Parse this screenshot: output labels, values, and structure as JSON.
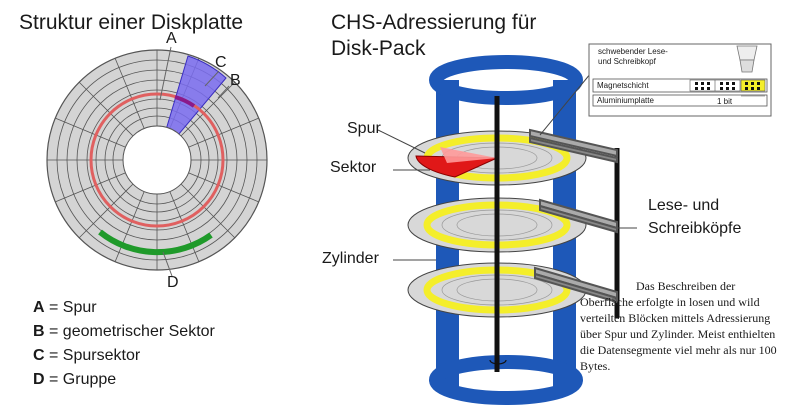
{
  "left_title": "Struktur einer Diskplatte",
  "right_title_line1": "CHS-Adressierung für",
  "right_title_line2": "Disk-Pack",
  "platter_markers": {
    "a": "A",
    "b": "B",
    "c": "C",
    "d": "D"
  },
  "legend": [
    {
      "key": "A",
      "text": " = Spur"
    },
    {
      "key": "B",
      "text": " = geometrischer Sektor"
    },
    {
      "key": "C",
      "text": " = Spursektor"
    },
    {
      "key": "D",
      "text": " = Gruppe"
    }
  ],
  "pack_labels": {
    "spur": "Spur",
    "sektor": "Sektor",
    "zylinder": "Zylinder",
    "heads_line1": "Lese- und",
    "heads_line2": "Schreibköpfe"
  },
  "inset": {
    "head_line1": "schwebender Lese-",
    "head_line2": "und Schreibkopf",
    "magnet": "Magnetschicht",
    "alu": "Aluminiumplatte",
    "bit": "1 bit"
  },
  "note": "Das Beschreiben der Oberfläche erfolgte in losen und wild verteilten Blöcken mittels Adressierung über Spur und Zylinder. Meist enthielten die Datensegmente viel mehr als nur 100 Bytes.",
  "colors": {
    "platter_gray": "#d4d4d4",
    "track_red": "#e06060",
    "group_green": "#1f9a2a",
    "sector_blue": "#7a6cf0",
    "cylinder_blue": "#1e58b8",
    "data_yellow": "#f4ee2a",
    "sector_red": "#e01818"
  }
}
